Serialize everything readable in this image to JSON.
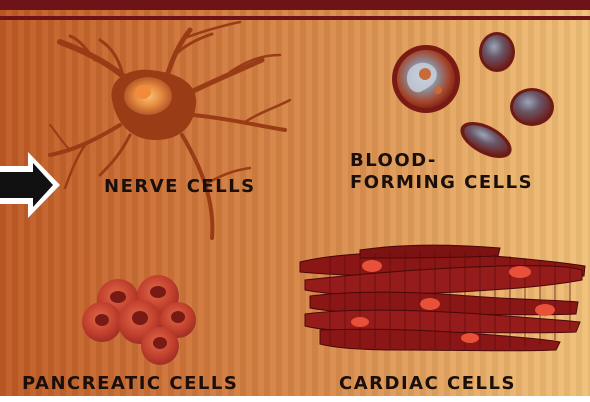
{
  "captions": {
    "nerve": "NERVE CELLS",
    "blood_line1": "BLOOD-",
    "blood_line2": "FORMING CELLS",
    "pancreatic": "PANCREATIC CELLS",
    "cardiac": "CARDIAC CELLS"
  },
  "colors": {
    "band": "#6e1418",
    "caption": "#1a0f0a",
    "nerve_cell": "#9a3c16",
    "blood_cell": "#7a1a14",
    "pancreatic_cell": "#b4322a",
    "cardiac_cell": "#8a1616"
  },
  "icons": [
    "arrow-right-icon",
    "nerve-cell-icon",
    "blood-cell-icon",
    "pancreatic-cell-icon",
    "cardiac-cell-icon"
  ]
}
